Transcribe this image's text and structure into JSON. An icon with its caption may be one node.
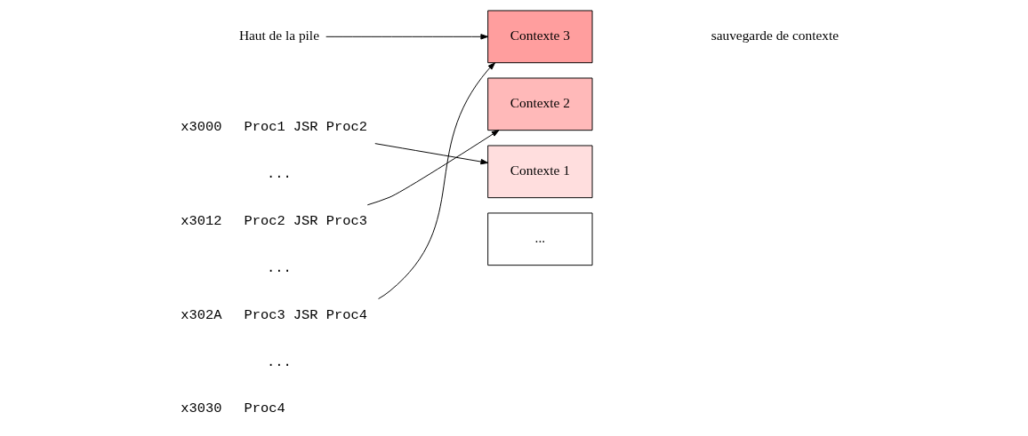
{
  "diagram": {
    "nodes": [
      {
        "text": [
          "Haut de la pile"
        ]
      },
      {
        "text": [
          "Contexte 3"
        ]
      },
      {
        "text": [
          "Contexte 2"
        ]
      },
      {
        "text": [
          "Contexte 1"
        ]
      },
      {
        "text": [
          "..."
        ]
      },
      {
        "text": [
          "x3000",
          "Proc1 JSR Proc2"
        ]
      },
      {
        "text": [
          "x3012",
          "Proc2 JSR Proc3"
        ]
      },
      {
        "text": [
          "x302A",
          "Proc3 JSR Proc4"
        ]
      },
      {
        "text": [
          "x3030",
          "Proc4"
        ]
      }
    ],
    "edges": [
      {
        "from": 0,
        "to": 1,
        "arrow": "to"
      },
      {
        "from": 5,
        "to": 3,
        "arrow": "to"
      },
      {
        "from": 6,
        "to": 2,
        "arrow": "to"
      },
      {
        "from": 7,
        "to": 1,
        "arrow": "to"
      }
    ],
    "labels": [
      "sauvegarde de contexte",
      "...",
      "...",
      "..."
    ]
  }
}
